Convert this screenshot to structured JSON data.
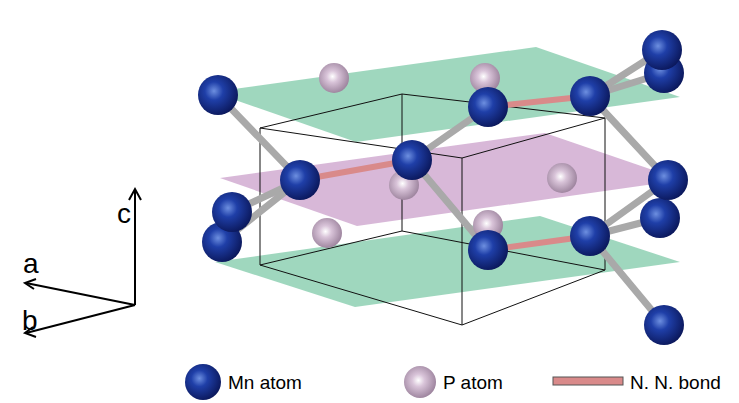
{
  "diagram": {
    "labels": [
      "c",
      "a",
      "b"
    ],
    "legend": [
      {
        "text": "Mn atom"
      },
      {
        "text": "P atom"
      },
      {
        "text": "N. N. bond"
      }
    ]
  }
}
